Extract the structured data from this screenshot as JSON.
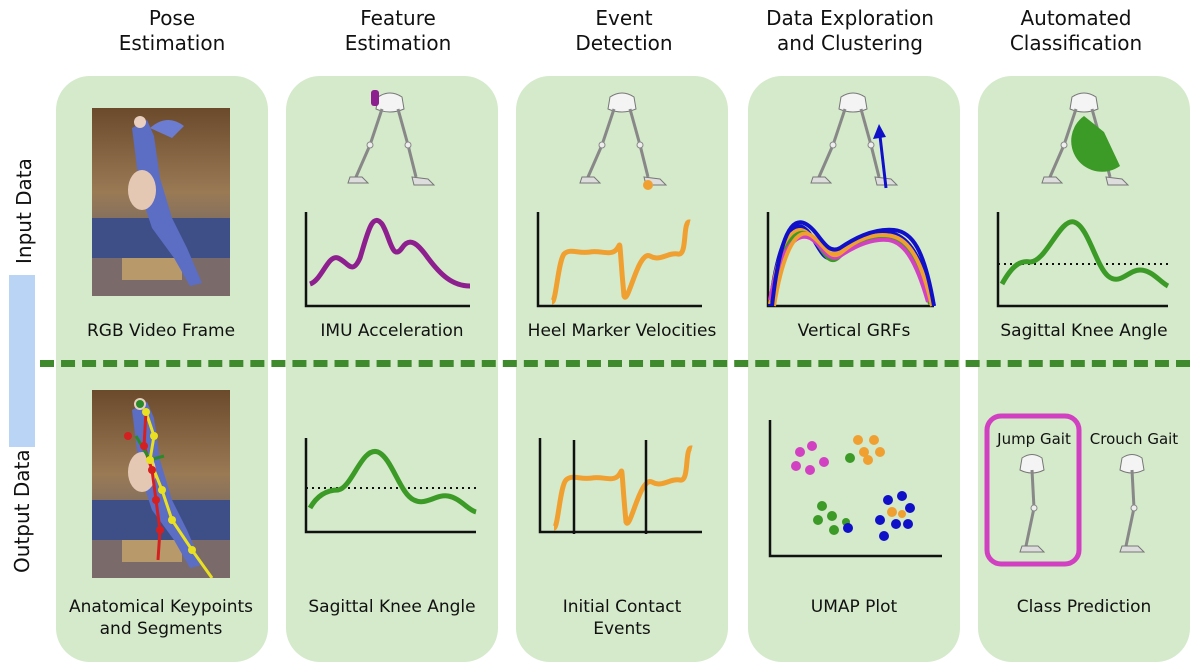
{
  "columns": [
    {
      "title": "Pose\nEstimation",
      "input_caption": "RGB Video Frame",
      "output_caption": "Anatomical Keypoints\nand Segments"
    },
    {
      "title": "Feature\nEstimation",
      "input_caption": "IMU Acceleration",
      "output_caption": "Sagittal Knee Angle"
    },
    {
      "title": "Event\nDetection",
      "input_caption": "Heel Marker Velocities",
      "output_caption": "Initial Contact\nEvents"
    },
    {
      "title": "Data Exploration\nand Clustering",
      "input_caption": "Vertical GRFs",
      "output_caption": "UMAP Plot"
    },
    {
      "title": "Automated\nClassification",
      "input_caption": "Sagittal Knee Angle",
      "output_caption": "Class Prediction"
    }
  ],
  "row_labels": {
    "input": "Input Data",
    "output": "Output Data"
  },
  "classes": {
    "selected": "Jump Gait",
    "other": "Crouch Gait"
  },
  "colors": {
    "panel": "#d4eacb",
    "divider": "#3f8a2c",
    "purple": "#8e1f8e",
    "orange": "#f0a030",
    "green": "#3c9a27",
    "magenta": "#d341c3",
    "blue": "#1010c8",
    "highlight": "#d040c0"
  }
}
